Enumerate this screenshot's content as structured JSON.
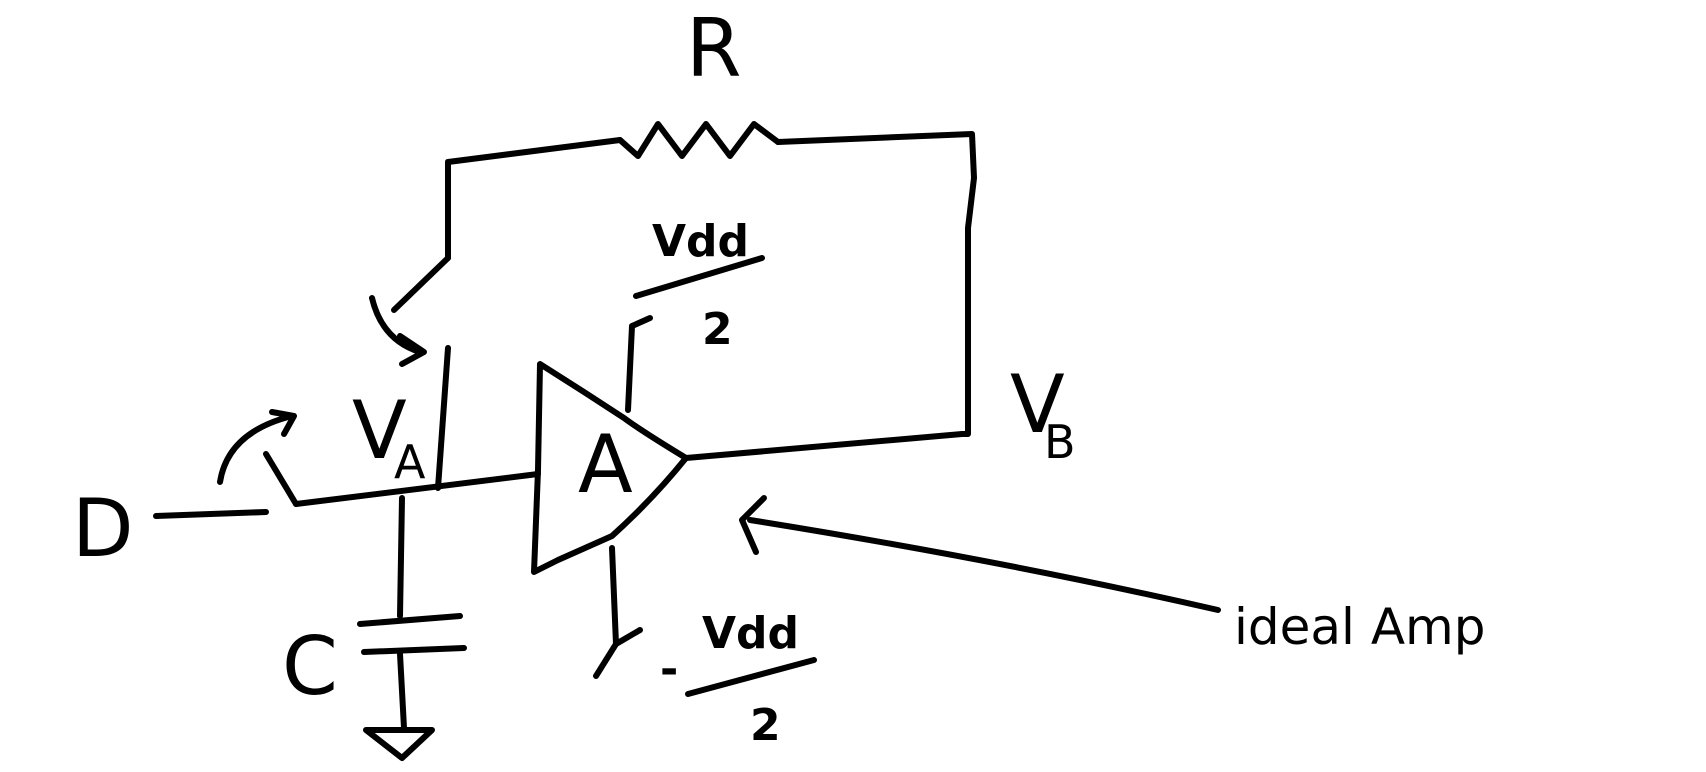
{
  "diagram": {
    "colors": {
      "ink": "#000000",
      "background": "#ffffff"
    },
    "labels": {
      "resistor": "R",
      "capacitor": "C",
      "input": "D",
      "node_a_main": "V",
      "node_a_sub": "A",
      "node_b_main": "V",
      "node_b_sub": "B",
      "amplifier": "A",
      "supply_pos_num": "Vdd",
      "supply_pos_den": "2",
      "supply_neg_sign": "-",
      "supply_neg_num": "Vdd",
      "supply_neg_den": "2",
      "annotation": "ideal Amp"
    },
    "icons": {
      "switch_top": "switch-icon",
      "switch_input": "switch-icon",
      "ground": "ground-icon"
    }
  }
}
